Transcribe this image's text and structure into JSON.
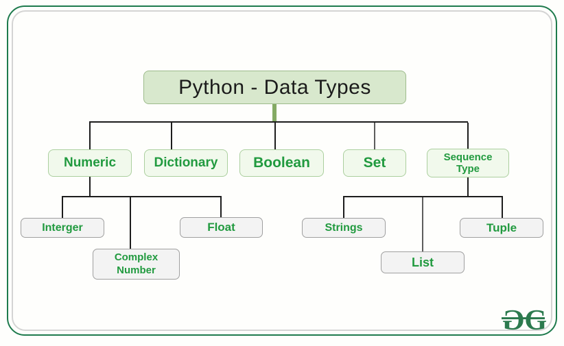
{
  "title": "Python - Data Types",
  "colors": {
    "frame_green": "#1d7a4c",
    "frame_gray": "#d4d4d4",
    "node_text_green": "#219a3f",
    "root_fill": "#d8e8cd",
    "root_border": "#9dbb8b",
    "branch_fill": "#f1f9ec",
    "branch_border": "#abcf9e",
    "leaf_fill": "#f3f3f3",
    "leaf_border": "#9f9f9f",
    "connector_dark": "#1c1c1c",
    "connector_green": "#84aa64",
    "logo_green": "#2c7a4e"
  },
  "diagram": {
    "root": {
      "label": "Python - Data Types"
    },
    "level2": [
      {
        "label": "Numeric"
      },
      {
        "label": "Dictionary"
      },
      {
        "label": "Boolean"
      },
      {
        "label": "Set"
      },
      {
        "label": "Sequence Type"
      }
    ],
    "numeric_children": [
      {
        "label": "Interger"
      },
      {
        "label": "Complex Number"
      },
      {
        "label": "Float"
      }
    ],
    "sequence_children": [
      {
        "label": "Strings"
      },
      {
        "label": "List"
      },
      {
        "label": "Tuple"
      }
    ]
  },
  "logo": {
    "first": "G",
    "second": "G"
  }
}
